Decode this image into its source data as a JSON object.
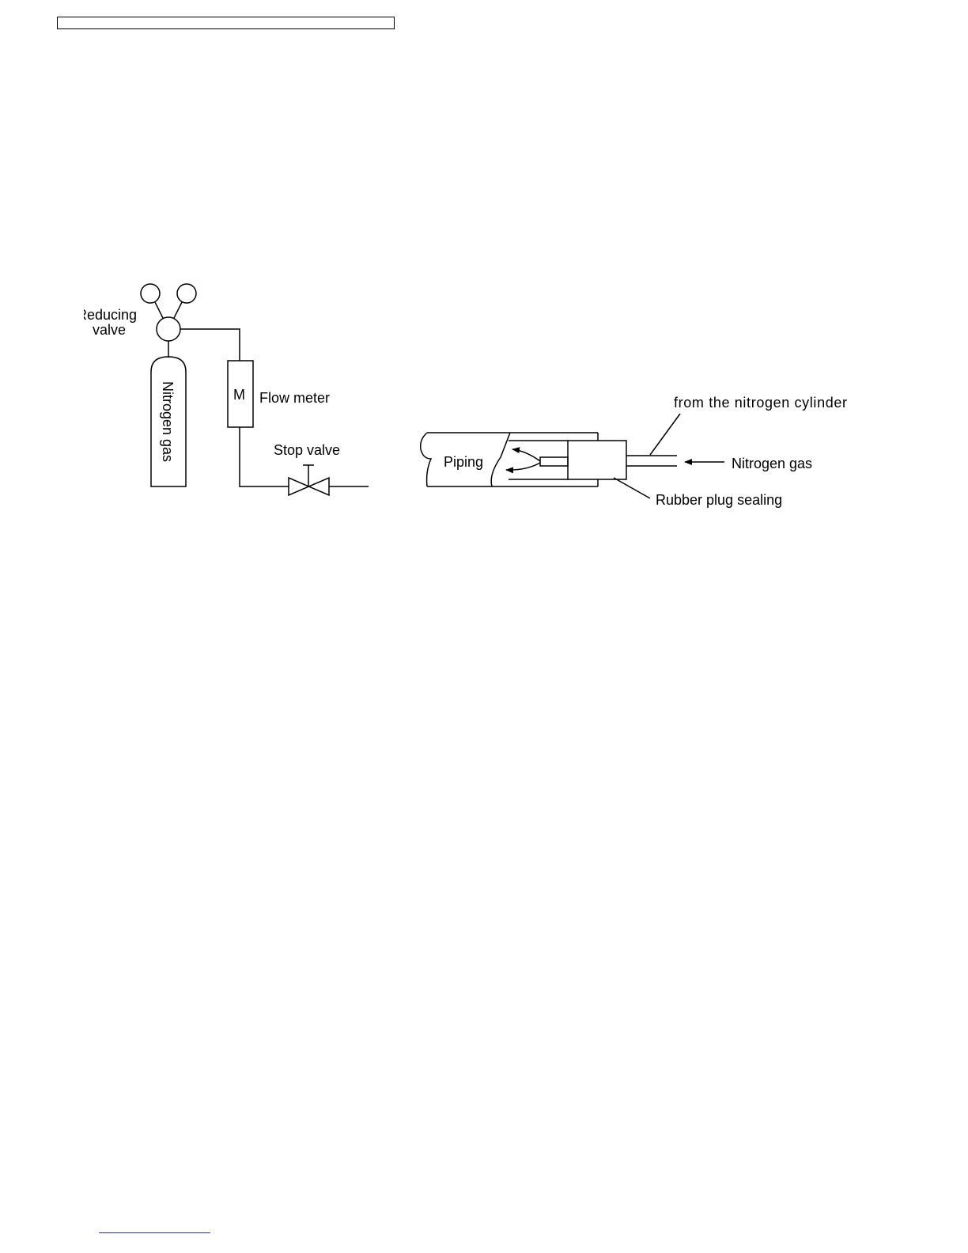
{
  "diagram": {
    "labels": {
      "reducing_valve_line1": "Reducing",
      "reducing_valve_line2": "valve",
      "nitrogen_gas_cylinder": "Nitrogen gas",
      "flow_meter_symbol": "M",
      "flow_meter": "Flow meter",
      "stop_valve": "Stop valve",
      "piping": "Piping",
      "from_cylinder": "from the nitrogen cylinder",
      "nitrogen_gas": "Nitrogen gas",
      "rubber_plug": "Rubber plug sealing"
    }
  },
  "colors": {
    "line": "#000000",
    "footer_rule": "#1a2bd8"
  }
}
